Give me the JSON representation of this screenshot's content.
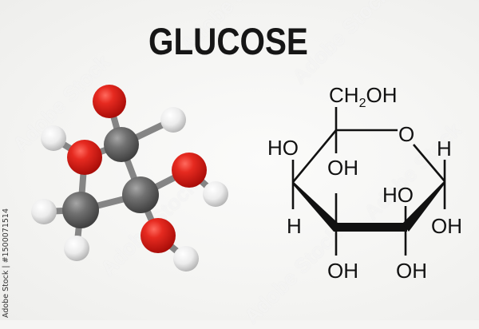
{
  "title": "GLUCOSE",
  "watermark": {
    "text": "Adobe Stock",
    "credit": "Adobe Stock | #1500071514"
  },
  "ball_and_stick": {
    "colors": {
      "oxygen": "#e0241c",
      "carbon": "#6d6d6d",
      "hydrogen": "#eeeeee",
      "bond": "#8a8a8a"
    },
    "atoms": [
      {
        "id": "O1",
        "element": "oxygen"
      },
      {
        "id": "H1",
        "element": "hydrogen"
      },
      {
        "id": "C1",
        "element": "carbon"
      },
      {
        "id": "O2",
        "element": "oxygen"
      },
      {
        "id": "H2",
        "element": "hydrogen"
      },
      {
        "id": "O3",
        "element": "oxygen"
      },
      {
        "id": "H3",
        "element": "hydrogen"
      },
      {
        "id": "C2",
        "element": "carbon"
      },
      {
        "id": "H4",
        "element": "hydrogen"
      },
      {
        "id": "C3",
        "element": "carbon"
      },
      {
        "id": "O4",
        "element": "oxygen"
      },
      {
        "id": "H5",
        "element": "hydrogen"
      },
      {
        "id": "H6",
        "element": "hydrogen"
      }
    ]
  },
  "haworth": {
    "labels": {
      "ch2oh_main": "CH",
      "ch2oh_sub": "2",
      "ch2oh_tail": "OH",
      "ring_oxygen": "O",
      "c4_top": "HO",
      "c5_down": "OH",
      "c1_top": "H",
      "c4_bottom": "H",
      "c2_top": "HO",
      "c1_bottom": "OH",
      "c3_bottom": "OH",
      "c2_bottom": "OH"
    }
  }
}
